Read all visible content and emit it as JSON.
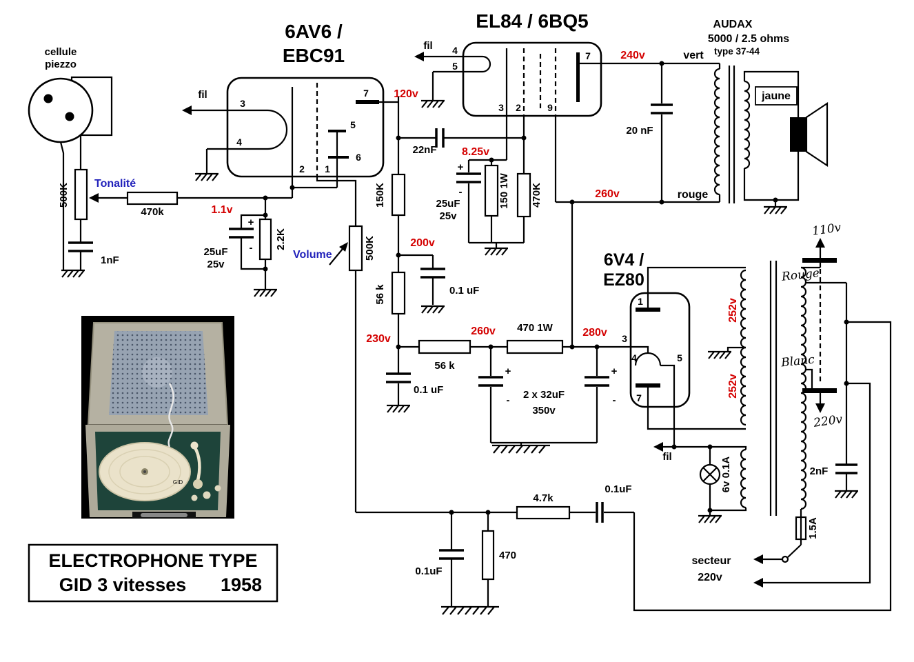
{
  "pickup": {
    "line1": "cellule",
    "line2": "piezzo"
  },
  "controls": {
    "tone_label": "Tonalité",
    "tone_pot": "500K",
    "tone_resistor": "470k",
    "pickup_cap": "1nF",
    "volume_label": "Volume",
    "volume_pot": "500K"
  },
  "tubes": {
    "v1_line1": "6AV6 /",
    "v1_line2": "EBC91",
    "v2_title": "EL84 / 6BQ5",
    "v3_line1": "6V4 /",
    "v3_line2": "EZ80",
    "v1_pins": {
      "p3": "3",
      "p4": "4",
      "p2": "2",
      "p1": "1",
      "p5": "5",
      "p6": "6",
      "p7": "7"
    },
    "v2_pins": {
      "p4": "4",
      "p5": "5",
      "p3": "3",
      "p2": "2",
      "p9": "9",
      "p7": "7"
    },
    "v3_pins": {
      "p1": "1",
      "p3": "3",
      "p4": "4",
      "p5": "5",
      "p7": "7"
    }
  },
  "heaters": {
    "fil_v1": "fil",
    "fil_v2": "fil",
    "fil_bus": "fil"
  },
  "voltages": {
    "v1_plate": "120v",
    "v1_cathode": "1.1v",
    "v2_plate": "240v",
    "v2_cathode": "8.25v",
    "b_200": "200v",
    "b_230": "230v",
    "b_260": "260v",
    "b_260_top": "260v",
    "b_280": "280v",
    "hv_top": "252v",
    "hv_bottom": "252v"
  },
  "parts": {
    "c_couple_v1": "22nF",
    "r_plate_v1": "150K",
    "c_cathode_v1a": "25uF",
    "c_cathode_v1b": "25v",
    "r_cathode_v1": "2.2K",
    "c_cathode_v2a": "25uF",
    "c_cathode_v2b": "25v",
    "r_cathode_v2": "150 1W",
    "r_grid_v2": "470K",
    "c_plate_v2": "20 nF",
    "r_drop_a": "56 k",
    "c_dec_a": "0.1 uF",
    "r_drop_b": "56 k",
    "c_dec_b": "0.1 uF",
    "r_filter": "470 1W",
    "c_filter_a": "2 x 32uF",
    "c_filter_b": "350v",
    "c_line": "2nF",
    "lamp": "6v 0.1A",
    "fuse": "1.5A",
    "r_fb_a": "4.7k",
    "c_fb_a": "0.1uF",
    "r_fb_b": "470",
    "c_fb_b": "0.1uF"
  },
  "output_transformer": {
    "brand": "AUDAX",
    "spec": "5000 / 2.5 ohms",
    "type": "type 37-44",
    "wire_vert": "vert",
    "wire_jaune": "jaune",
    "wire_rouge": "rouge"
  },
  "power_transformer": {
    "tap_rouge": "Rouge",
    "tap_blanc": "Blanc",
    "sel_110": "110v",
    "sel_220": "220v"
  },
  "mains": {
    "line1": "secteur",
    "line2": "220v"
  },
  "signs": {
    "plus": "+",
    "minus": "-"
  },
  "photo": {
    "logo": "GID"
  },
  "title_block": {
    "line1": "ELECTROPHONE TYPE",
    "line2a": "GID 3 vitesses",
    "line2b": "1958"
  },
  "colors": {
    "voltage_red": "#d40000",
    "control_blue": "#2222bb",
    "wire_black": "#000000"
  }
}
